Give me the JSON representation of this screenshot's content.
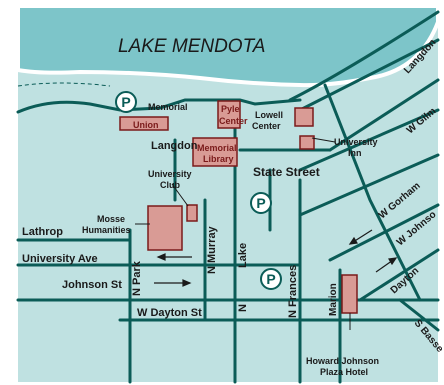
{
  "lake": {
    "name": "LAKE MENDOTA"
  },
  "streets": {
    "langdon_ne": "Langdon",
    "w_gilman": "W Gilm",
    "langdon_mid": "Langdon",
    "state_street": "State  Street",
    "w_gorham": "W Gorham",
    "w_johnson_diag": "W Johnso",
    "dayton_diag": "Dayton",
    "s_bassett": "S Basse",
    "lathrop": "Lathrop",
    "university_ave": "University Ave",
    "n_park": "N Park",
    "n_murray": "N Murray",
    "lake": "Lake",
    "n_frances": "N  Frances",
    "marion": "Marion",
    "johnson_st": "Johnson St",
    "w_dayton": "W Dayton St",
    "n_lake_prefix": "N"
  },
  "buildings": {
    "memorial_union": {
      "line1": "Memorial",
      "line2": "Union"
    },
    "pyle_center": {
      "line1": "Pyle",
      "line2": "Center"
    },
    "lowell_center": {
      "line1": "Lowell",
      "line2": "Center"
    },
    "memorial_library": {
      "line1": "Memorial",
      "line2": "Library"
    },
    "university_inn": {
      "line1": "University",
      "line2": "Inn"
    },
    "university_club": {
      "line1": "University",
      "line2": "Club"
    },
    "mosse_humanities": {
      "line1": "Mosse",
      "line2": "Humanities"
    },
    "howard_johnson": {
      "line1": "Howard Johnson",
      "line2": "Plaza Hotel"
    }
  },
  "parking": {
    "symbol": "P"
  },
  "colors": {
    "lake": "#7dc5c9",
    "land": "#bfe1e1",
    "road": "#0b5c57",
    "building": "#d99b95",
    "building_stroke": "#7a1a1a",
    "coast_band": "#ffffff"
  }
}
